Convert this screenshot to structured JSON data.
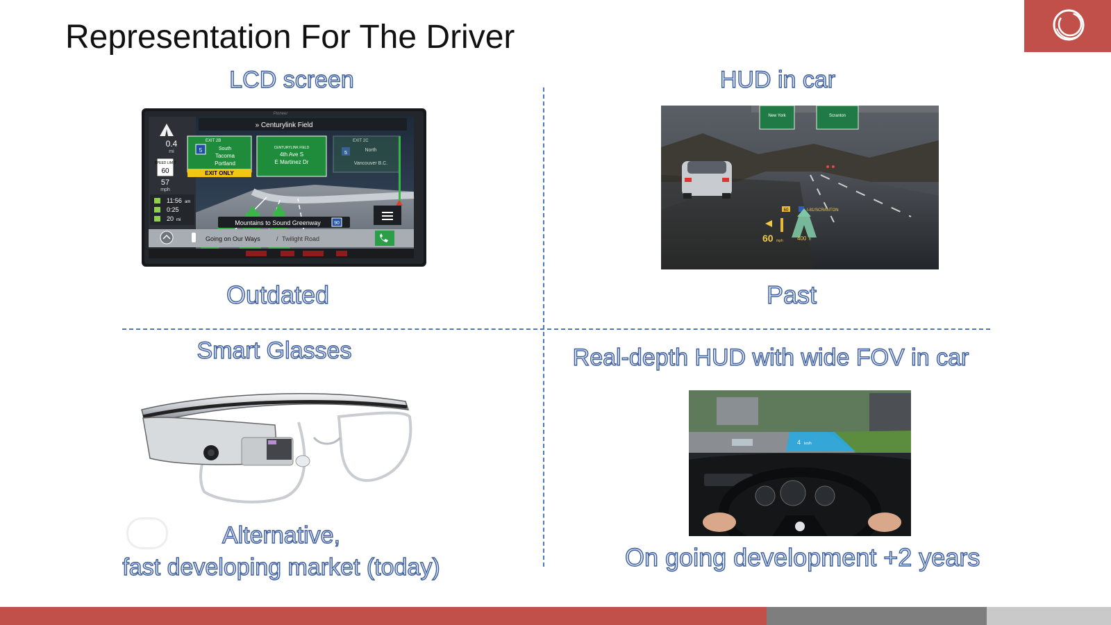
{
  "slide": {
    "title": "Representation For The Driver"
  },
  "quadrants": {
    "top_left": {
      "heading": "LCD screen",
      "caption": "Outdated",
      "image": {
        "brand": "Pioneer",
        "destination": "» Centurylink Field",
        "distance": "0.4",
        "distance_unit": "mi",
        "speed_limit_label": "SPEED LIMIT",
        "speed_limit": "60",
        "current_speed": "57",
        "speed_unit": "mph",
        "eta_time": "11:56",
        "eta_ampm": "am",
        "eta_duration": "0:25",
        "eta_distance": "20",
        "eta_distance_unit": "mi",
        "sign_left_exit": "EXIT 2B",
        "sign_left_shield": "5",
        "sign_left_lines": [
          "South",
          "Tacoma",
          "Portland"
        ],
        "sign_center_small": "CENTURYLINK FIELD",
        "sign_center_lines": [
          "4th Ave S",
          "E Martinez Dr"
        ],
        "sign_right_exit": "EXIT 2C",
        "sign_right_shield": "5",
        "sign_right_lines": [
          "North",
          "Vancouver B.C."
        ],
        "exit_only": "EXIT ONLY",
        "street_name": "Mountains to Sound Greenway",
        "street_shield": "90",
        "now_playing_song": "Going on Our Ways",
        "now_playing_sep": "/",
        "now_playing_artist": "Twilight Road"
      }
    },
    "top_right": {
      "heading": "HUD in car",
      "caption": "Past",
      "image": {
        "sign_a": "New York",
        "sign_b": "Scranton",
        "route": "I-81/SCRANTON",
        "speed_small": "60",
        "speed": "60",
        "speed_unit": "mph",
        "distance": "400",
        "distance_unit": "ft"
      }
    },
    "bottom_left": {
      "heading": "Smart Glasses",
      "caption_line1": "Alternative,",
      "caption_line2": "fast developing market (today)"
    },
    "bottom_right": {
      "heading": "Real-depth HUD with wide FOV in car",
      "caption": "On going development +2 years",
      "image": {
        "lane_label": "4",
        "lane_unit": "km/h"
      }
    }
  },
  "colors": {
    "accent_red": "#c1504a",
    "footer_gray": "#7e7e7e",
    "footer_light": "#c9c9c9",
    "heading_outline": "#3d5e9c",
    "divider": "#4a78bb"
  },
  "icons": [
    "logo-rings-icon",
    "highway-icon",
    "menu-icon",
    "phone-icon",
    "home-icon"
  ]
}
